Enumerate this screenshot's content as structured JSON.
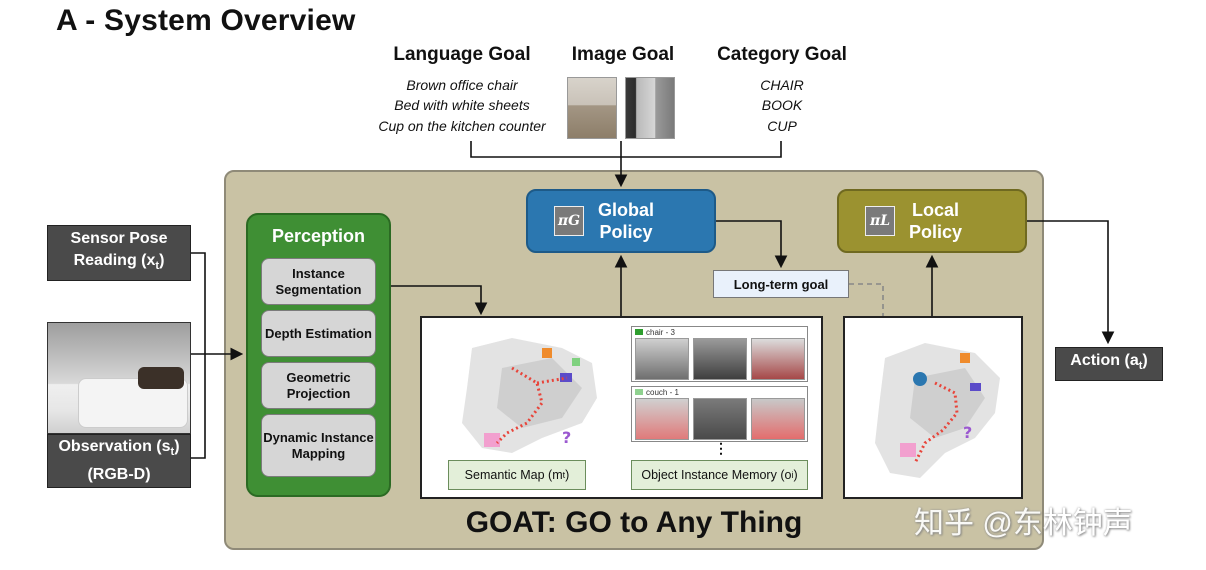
{
  "title": "A - System Overview",
  "goals": {
    "language": {
      "heading": "Language Goal",
      "items": [
        "Brown office chair",
        "Bed with white sheets",
        "Cup on the kitchen counter"
      ]
    },
    "image": {
      "heading": "Image Goal"
    },
    "category": {
      "heading": "Category Goal",
      "items": [
        "CHAIR",
        "BOOK",
        "CUP"
      ]
    }
  },
  "inputs": {
    "sensor_pose": {
      "line1": "Sensor Pose",
      "line2": "Reading (x",
      "sub": "t",
      "close": ")"
    },
    "observation": {
      "line1": "Observation (s",
      "sub": "t",
      "close": ")",
      "line2": "(RGB-D)"
    }
  },
  "perception": {
    "title": "Perception",
    "modules": [
      "Instance Segmentation",
      "Depth Estimation",
      "Geometric Projection",
      "Dynamic Instance Mapping"
    ]
  },
  "global_policy": {
    "symbol": "πG",
    "line1": "Global",
    "line2": "Policy"
  },
  "local_policy": {
    "symbol": "πL",
    "line1": "Local",
    "line2": "Policy"
  },
  "long_term_goal": "Long-term goal",
  "semantic_map_label": "Semantic Map (m",
  "semantic_map_sub": "t",
  "object_memory_label": "Object Instance Memory (o",
  "object_memory_sub": "i",
  "memory_cards": [
    {
      "label": "chair - 3",
      "color": "#2e9e2e"
    },
    {
      "label": "couch - 1",
      "color": "#8fd18f"
    }
  ],
  "ellipsis": "⋮",
  "action": {
    "text": "Action (a",
    "sub": "t",
    "close": ")"
  },
  "goat_title": "GOAT: GO to Any Thing",
  "watermark": "知乎 @东林钟声",
  "colors": {
    "panel": "#c9c2a4",
    "perception": "#3f8f34",
    "global_policy": "#2b77b0",
    "local_policy": "#9b9230",
    "input_box": "#4a4a4a"
  }
}
